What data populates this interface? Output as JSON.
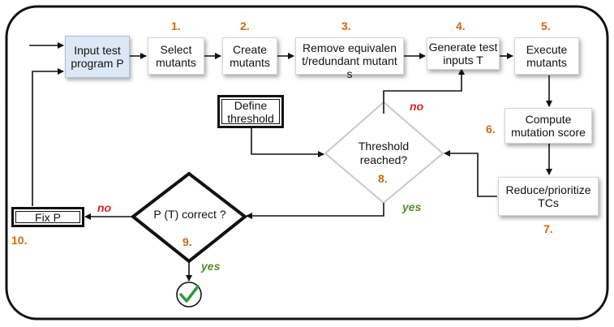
{
  "steps": {
    "input": "Input test program P",
    "select": "Select mutants",
    "create": "Create mutants",
    "remove": "Remove equivalent/redundant mutants",
    "generate": "Generate test inputs T",
    "execute": "Execute mutants",
    "compute": "Compute mutation score",
    "reduce": "Reduce/prioritize TCs",
    "define": "Define threshold",
    "threshold": "Threshold reached?",
    "correct": "P (T) correct ?",
    "fix": "Fix P"
  },
  "numbers": {
    "n1": "1.",
    "n2": "2.",
    "n3": "3.",
    "n4": "4.",
    "n5": "5.",
    "n6": "6.",
    "n7": "7.",
    "n8": "8.",
    "n9": "9.",
    "n10": "10."
  },
  "labels": {
    "no_threshold": "no",
    "yes_threshold": "yes",
    "no_correct": "no",
    "yes_correct": "yes"
  },
  "icons": {
    "done": "checkmark-circle-icon"
  },
  "colors": {
    "step_number": "#cc6a14",
    "no": "#e02020",
    "yes": "#5a8a2a",
    "input_box": "#dde8f6"
  }
}
